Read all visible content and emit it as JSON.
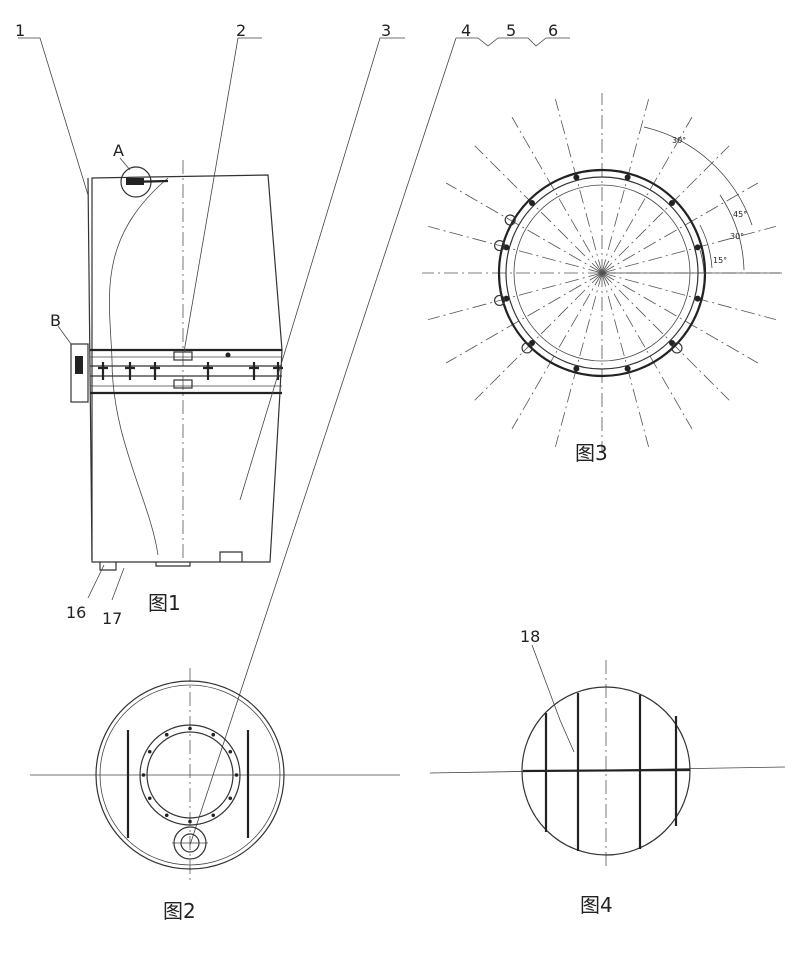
{
  "figures": {
    "fig1": {
      "caption": "图1"
    },
    "fig2": {
      "caption": "图2"
    },
    "fig3": {
      "caption": "图3"
    },
    "fig4": {
      "caption": "图4"
    }
  },
  "callouts": {
    "c1": "1",
    "c2": "2",
    "c3": "3",
    "c4": "4",
    "c5": "5",
    "c6": "6",
    "c16": "16",
    "c17": "17",
    "c18": "18"
  },
  "detail_markers": {
    "a": "A",
    "b": "B"
  },
  "angles": {
    "a30_top": "30°",
    "a45": "45°",
    "a30_mid": "30°",
    "a15": "15°"
  }
}
